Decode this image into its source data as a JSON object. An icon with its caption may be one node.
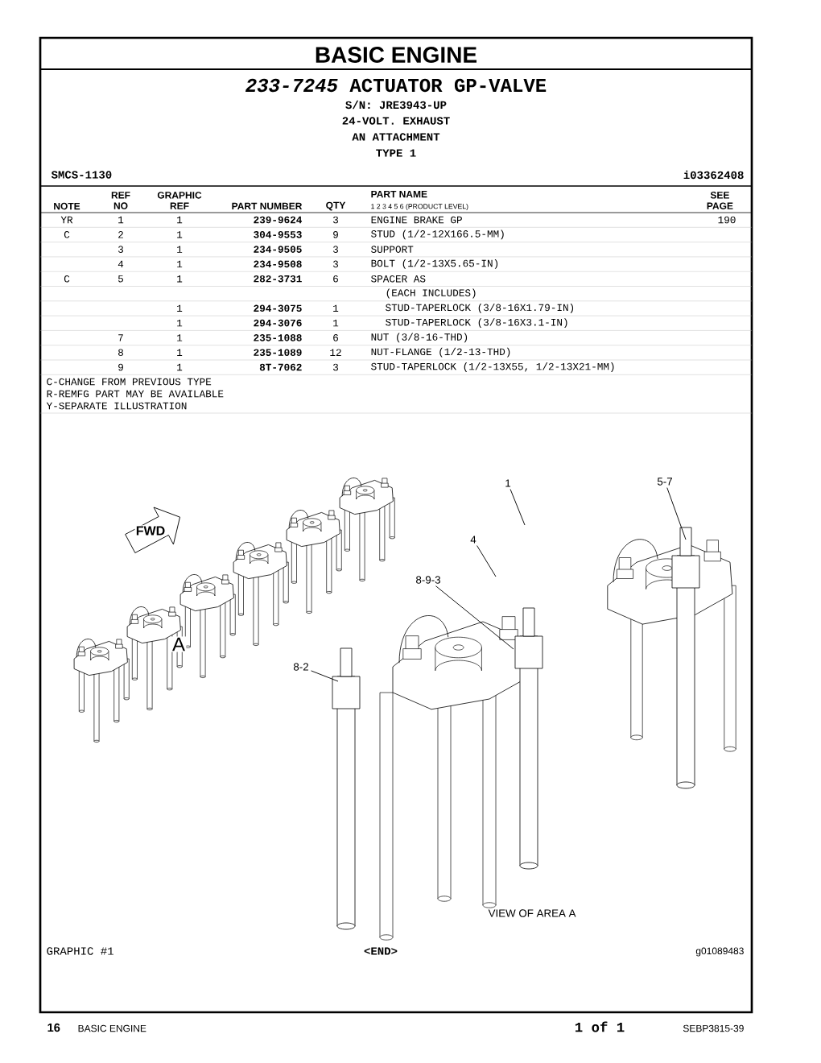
{
  "diagram": {
    "title": "BASIC ENGINE",
    "nodes": [
      {
        "text": [
          "1"
        ]
      },
      {
        "text": [
          "5-7"
        ]
      },
      {
        "text": [
          "4"
        ]
      },
      {
        "text": [
          "8-9-3"
        ]
      },
      {
        "text": [
          "8-2"
        ]
      }
    ],
    "edges": [
      {
        "from": 0,
        "to": null,
        "arrow": "none"
      },
      {
        "from": 1,
        "to": null,
        "arrow": "none"
      },
      {
        "from": 2,
        "to": null,
        "arrow": "none"
      },
      {
        "from": 3,
        "to": null,
        "arrow": "none"
      },
      {
        "from": 4,
        "to": null,
        "arrow": "none"
      }
    ],
    "labels": [
      "*233-7245* ACTUATOR GP-VALVE",
      "S/N: JRE3943-UP",
      "24-VOLT. EXHAUST",
      "AN ATTACHMENT",
      "TYPE 1",
      "SMCS-1130",
      "i03362408",
      "NOTE",
      "REF NO",
      "GRAPHIC REF",
      "PART NUMBER",
      "QTY",
      "PART NAME",
      "1 2 3 4 5 6 (PRODUCT LEVEL)",
      "SEE PAGE",
      "YR",
      "1",
      "1",
      "239-9624",
      "3",
      "ENGINE BRAKE GP",
      "190",
      "C",
      "2",
      "1",
      "304-9553",
      "9",
      "STUD (1/2-12X166.5-MM)",
      "3",
      "1",
      "234-9505",
      "3",
      "SUPPORT",
      "4",
      "1",
      "234-9508",
      "3",
      "BOLT (1/2-13X5.65-IN)",
      "C",
      "5",
      "1",
      "282-3731",
      "6",
      "SPACER AS",
      "(EACH INCLUDES)",
      "1",
      "294-3075",
      "1",
      "STUD-TAPERLOCK (3/8-16X1.79-IN)",
      "1",
      "294-3076",
      "1",
      "STUD-TAPERLOCK (3/8-16X3.1-IN)",
      "7",
      "1",
      "235-1088",
      "6",
      "NUT (3/8-16-THD)",
      "8",
      "1",
      "235-1089",
      "12",
      "NUT-FLANGE (1/2-13-THD)",
      "9",
      "1",
      "8T-7062",
      "3",
      "STUD-TAPERLOCK (1/2-13X55, 1/2-13X21-MM)",
      "C-CHANGE FROM PREVIOUS TYPE",
      "R-REMFG PART MAY BE AVAILABLE",
      "Y-SEPARATE ILLUSTRATION",
      "FWD",
      "A",
      "VIEW OF AREA A",
      "GRAPHIC #1",
      "<END>",
      "g01089483",
      "16",
      "BASIC ENGINE",
      "1 of 1",
      "SEBP3815-39"
    ]
  }
}
